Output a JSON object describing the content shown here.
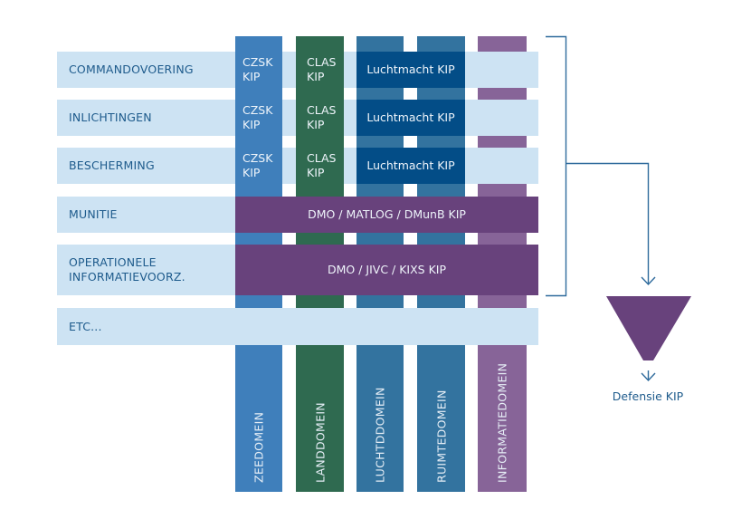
{
  "domains": [
    {
      "label": "ZEEDOMEIN",
      "color": "#3f7fbb"
    },
    {
      "label": "LANDDOMEIN",
      "color": "#2f6a50"
    },
    {
      "label": "LUCHTDDOMEIN",
      "color": "#33739f"
    },
    {
      "label": "RUIMTEDOMEIN",
      "color": "#33739f"
    },
    {
      "label": "INFORMATIEDOMEIN",
      "color": "#876498"
    }
  ],
  "rows": [
    {
      "label": "COMMANDOVOERING",
      "zee": "CZSK\nKIP",
      "land": "CLAS\nKIP",
      "lucht": "Luchtmacht KIP"
    },
    {
      "label": "INLICHTINGEN",
      "zee": "CZSK\nKIP",
      "land": "CLAS\nKIP",
      "lucht": "Luchtmacht KIP"
    },
    {
      "label": "BESCHERMING",
      "zee": "CZSK\nKIP",
      "land": "CLAS\nKIP",
      "lucht": "Luchtmacht KIP"
    },
    {
      "label": "MUNITIE",
      "wide": "DMO / MATLOG / DMunB KIP"
    },
    {
      "label": "OPERATIONELE\nINFORMATIEVOORZ.",
      "wide": "DMO / JIVC / KIXS KIP"
    },
    {
      "label": "ETC..."
    }
  ],
  "result": {
    "label": "Defensie KIP",
    "color": "#68427c"
  },
  "colors": {
    "row_bg": "#cde3f3",
    "row_text": "#1e5b8c",
    "lucht_kip": "#034d87",
    "line": "#2f6b9c"
  }
}
